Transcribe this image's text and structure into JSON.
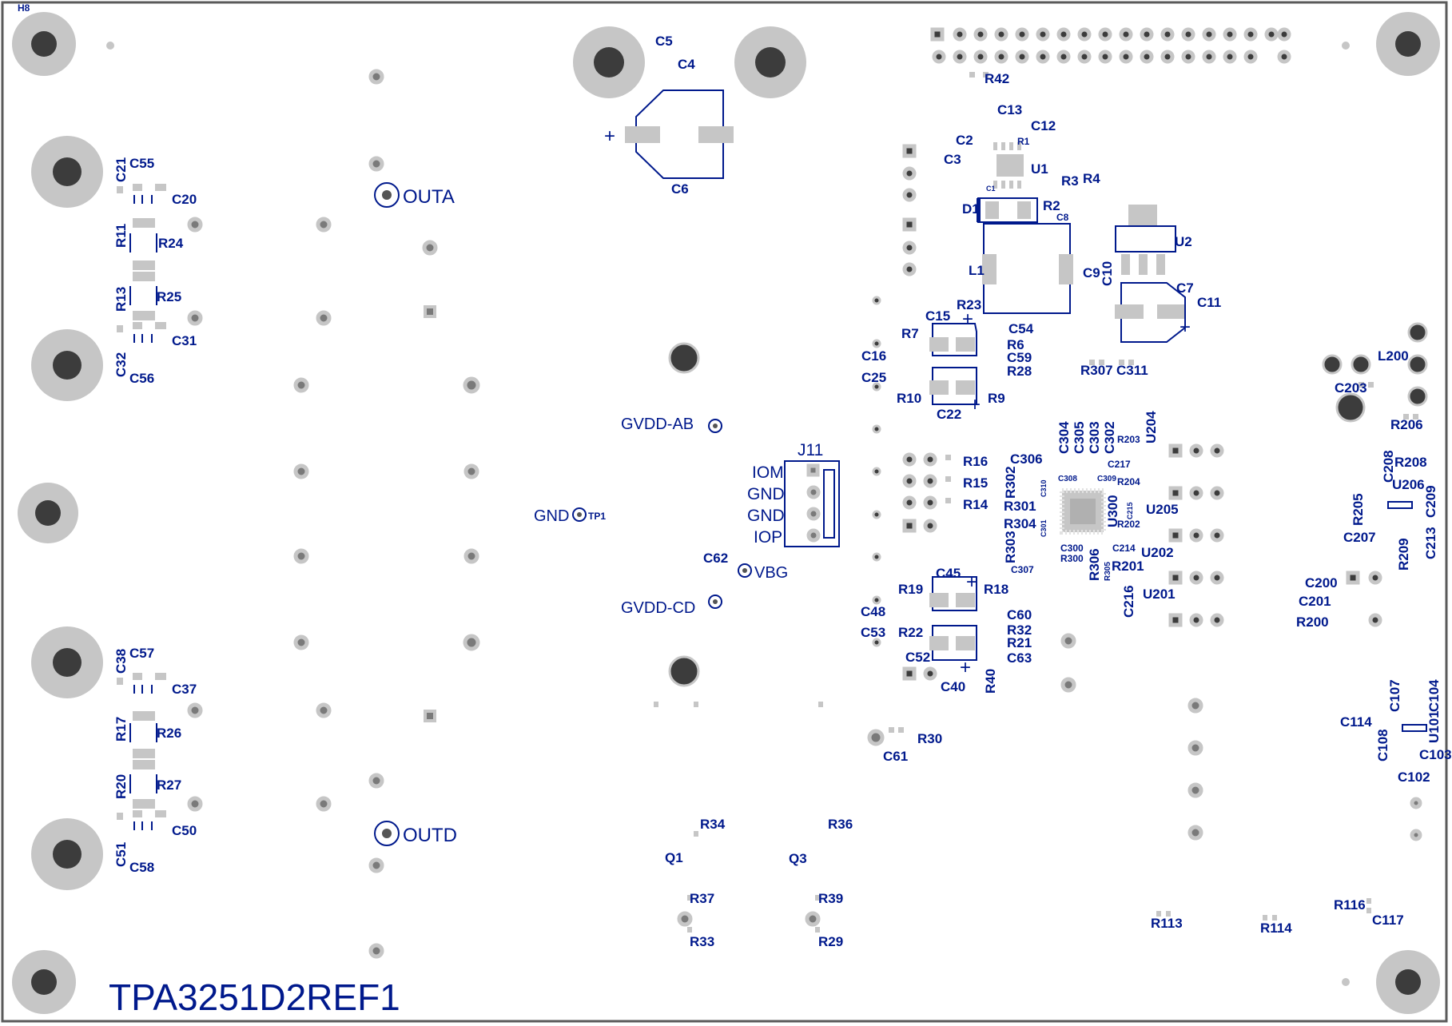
{
  "board": {
    "title": "TPA3251D2REF1",
    "colors": {
      "outline": "#5a5a5a",
      "silk": "#00198c",
      "pad": "#c6c6c6",
      "hole": "#3c3c3c"
    },
    "labels": {
      "h8": "H8",
      "c55": "C55",
      "c21": "C21",
      "c20": "C20",
      "r11": "R11",
      "r24": "R24",
      "r13": "R13",
      "r25": "R25",
      "c31": "C31",
      "c32": "C32",
      "c56": "C56",
      "c57": "C57",
      "c38": "C38",
      "c37": "C37",
      "r17": "R17",
      "r26": "R26",
      "r20": "R20",
      "r27": "R27",
      "c51": "C51",
      "c50": "C50",
      "c58": "C58",
      "outa": "OUTA",
      "outd": "OUTD",
      "c5": "C5",
      "c4": "C4",
      "c6": "C6",
      "plus_c6": "+",
      "gvdd_ab": "GVDD-AB",
      "gvdd_cd": "GVDD-CD",
      "gnd_tp": "GND",
      "tp1": "TP1",
      "vbg": "VBG",
      "c62": "C62",
      "j11": "J11",
      "iom": "IOM",
      "gnd1": "GND",
      "gnd2": "GND",
      "iop": "IOP",
      "r42": "R42",
      "c13": "C13",
      "c12": "C12",
      "c2": "C2",
      "r1": "R1",
      "c3": "C3",
      "c1": "C1",
      "u1": "U1",
      "r3": "R3",
      "r4": "R4",
      "r2": "R2",
      "c8": "C8",
      "d1": "D1",
      "l1": "L1",
      "u2": "U2",
      "c9": "C9",
      "c10": "C10",
      "c7": "C7",
      "c11": "C11",
      "plus_c7": "+",
      "r23": "R23",
      "c15": "C15",
      "c54": "C54",
      "r7": "R7",
      "r6": "R6",
      "c16": "C16",
      "c59": "C59",
      "c25": "C25",
      "r28": "R28",
      "r10": "R10",
      "r9": "R9",
      "c22": "C22",
      "plus_c15": "+",
      "plus_c22": "+",
      "r307": "R307",
      "c311": "C311",
      "r16": "R16",
      "r15": "R15",
      "r14": "R14",
      "c306": "C306",
      "c304": "C304",
      "c305": "C305",
      "c303": "C303",
      "c302": "C302",
      "r203": "R203",
      "u204": "U204",
      "c217": "C217",
      "r302": "R302",
      "c310": "C310",
      "c308": "C308",
      "c309": "C309",
      "r204": "R204",
      "r301": "R301",
      "u300": "U300",
      "c215": "C215",
      "u205": "U205",
      "r304": "R304",
      "c301": "C301",
      "r202": "R202",
      "r303": "R303",
      "c300": "C300",
      "c214": "C214",
      "r300": "R300",
      "u202": "U202",
      "c307": "C307",
      "r306": "R306",
      "r305": "R305",
      "r201": "R201",
      "c216": "C216",
      "u201": "U201",
      "c45": "C45",
      "r19": "R19",
      "r18": "R18",
      "c48": "C48",
      "c60": "C60",
      "r32": "R32",
      "c53": "C53",
      "r22": "R22",
      "r21": "R21",
      "c52": "C52",
      "c63": "C63",
      "c40": "C40",
      "r40": "R40",
      "plus_c45": "+",
      "plus_c52": "+",
      "r30": "R30",
      "c61": "C61",
      "r34": "R34",
      "q1": "Q1",
      "r37": "R37",
      "r33": "R33",
      "r36": "R36",
      "q3": "Q3",
      "r39": "R39",
      "r29": "R29",
      "l200": "L200",
      "c203": "C203",
      "r206": "R206",
      "c208": "C208",
      "r208": "R208",
      "r205": "R205",
      "u206": "U206",
      "c209": "C209",
      "c207": "C207",
      "r209": "R209",
      "c213": "C213",
      "c200": "C200",
      "c201": "C201",
      "r200": "R200",
      "c107": "C107",
      "c104": "C104",
      "c114": "C114",
      "u101": "U101",
      "c108": "C108",
      "c103": "C103",
      "c102": "C102",
      "r116": "R116",
      "c117": "C117",
      "r113": "R113",
      "r114": "R114"
    }
  }
}
